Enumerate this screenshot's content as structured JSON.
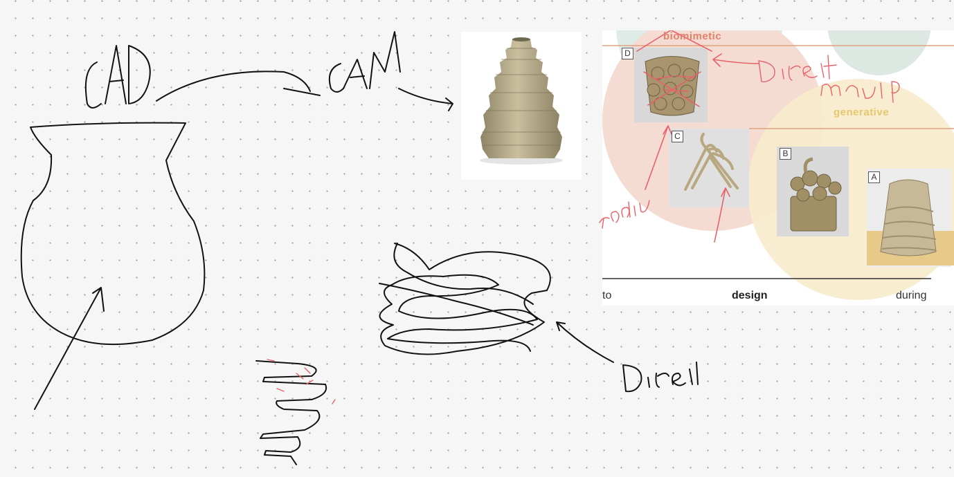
{
  "canvas": {
    "background": "#f6f6f6",
    "grid_dot_color": "#9aa0a6",
    "ink_color": "#111111",
    "red_ink_color": "#e8606a"
  },
  "sketch": {
    "cad_label": "CAD",
    "cam_label": "CAM",
    "direct_label": "Direct"
  },
  "reference_figure": {
    "category_top": "biomimetic",
    "category_right": "generative",
    "axis_left": "to",
    "axis_center": "design",
    "axis_right": "during",
    "tags": [
      "D",
      "C",
      "B",
      "A"
    ],
    "annotations": {
      "direct": "Direct",
      "manip": "manip",
      "radius": "radius"
    }
  },
  "images": {
    "vase_photo": "printed-clay-vase-photo"
  }
}
